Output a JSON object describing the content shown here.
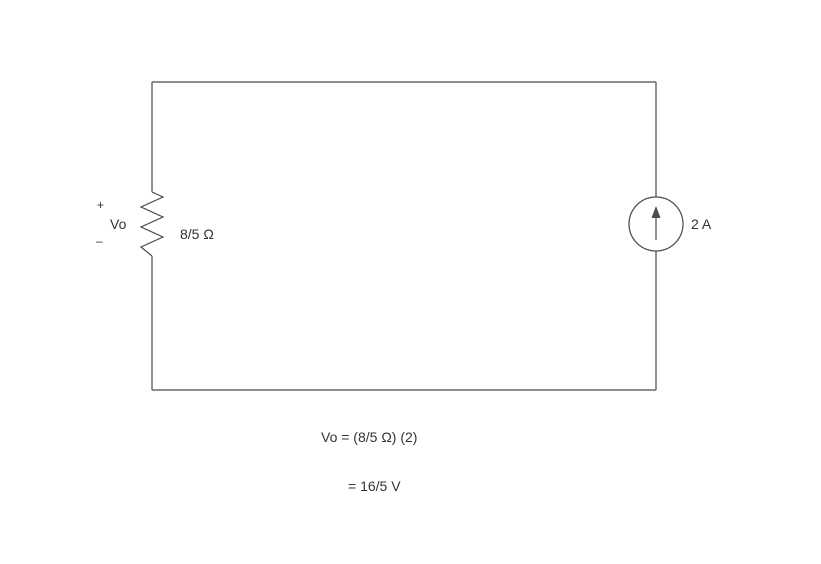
{
  "circuit": {
    "resistor": {
      "value": "8/5 Ω",
      "voltage_label": "Vo",
      "plus": "+",
      "minus": "–"
    },
    "current_source": {
      "value": "2 A",
      "direction": "up"
    }
  },
  "equations": {
    "line1": "Vo = (8/5 Ω) (2)",
    "line2": "= 16/5 V"
  },
  "colors": {
    "stroke": "#4a4a4a",
    "text": "#333333",
    "background": "#ffffff"
  }
}
